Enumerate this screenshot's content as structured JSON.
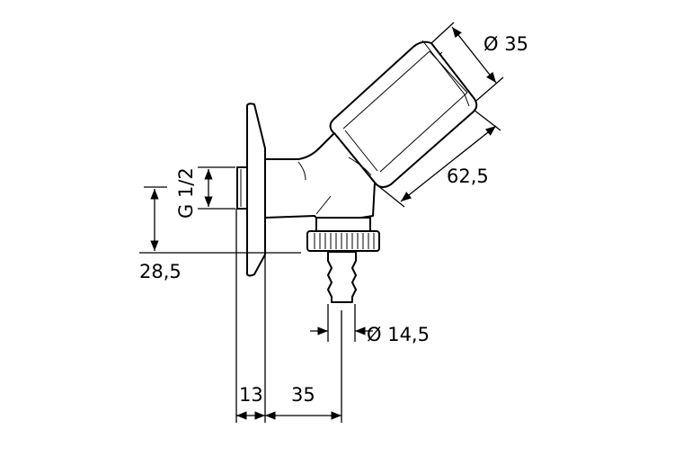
{
  "drawing": {
    "dimensions": {
      "handle_diameter": "Ø 35",
      "handle_length": "62,5",
      "thread": "G 1/2",
      "inlet_height": "28,5",
      "hose_diameter": "Ø 14,5",
      "flange_depth": "13",
      "outlet_offset": "35"
    }
  }
}
